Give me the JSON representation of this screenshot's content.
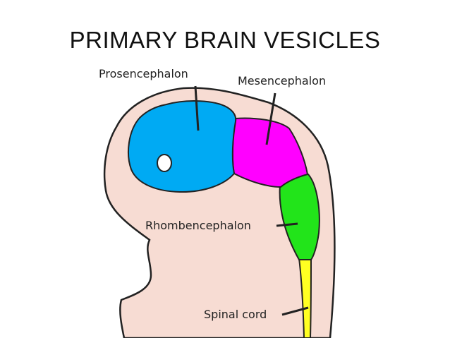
{
  "title": "PRIMARY BRAIN VESICLES",
  "labels": {
    "prosencephalon": "Prosencephalon",
    "mesencephalon": "Mesencephalon",
    "rhombencephalon": "Rhombencephalon",
    "spinal_cord": "Spinal cord"
  },
  "colors": {
    "embryo": "#f7dcd3",
    "prosencephalon": "#00aaf3",
    "mesencephalon": "#ff00ff",
    "rhombencephalon": "#22e41a",
    "spinal_cord": "#ffff22",
    "outline": "#222222"
  }
}
